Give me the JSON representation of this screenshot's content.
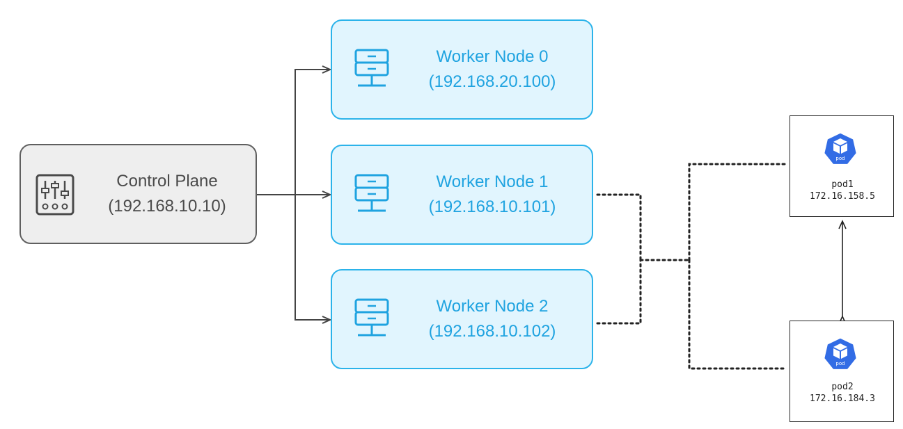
{
  "colors": {
    "worker_fill": "#e1f5fe",
    "worker_stroke": "#2bb3ea",
    "worker_text": "#1fa3e0",
    "control_fill": "#eeeeee",
    "control_stroke": "#5f5f5f",
    "pod_icon": "#326ce5"
  },
  "control_plane": {
    "title": "Control Plane",
    "ip": "(192.168.10.10)",
    "icon": "sliders-icon"
  },
  "workers": [
    {
      "title": "Worker Node 0",
      "ip": "(192.168.20.100)",
      "icon": "server-icon"
    },
    {
      "title": "Worker Node 1",
      "ip": "(192.168.10.101)",
      "icon": "server-icon"
    },
    {
      "title": "Worker Node 2",
      "ip": "(192.168.10.102)",
      "icon": "server-icon"
    }
  ],
  "pods": [
    {
      "name": "pod1",
      "ip": "172.16.158.5",
      "icon_label": "pod",
      "icon": "kubernetes-pod-icon"
    },
    {
      "name": "pod2",
      "ip": "172.16.184.3",
      "icon_label": "pod",
      "icon": "kubernetes-pod-icon"
    }
  ]
}
